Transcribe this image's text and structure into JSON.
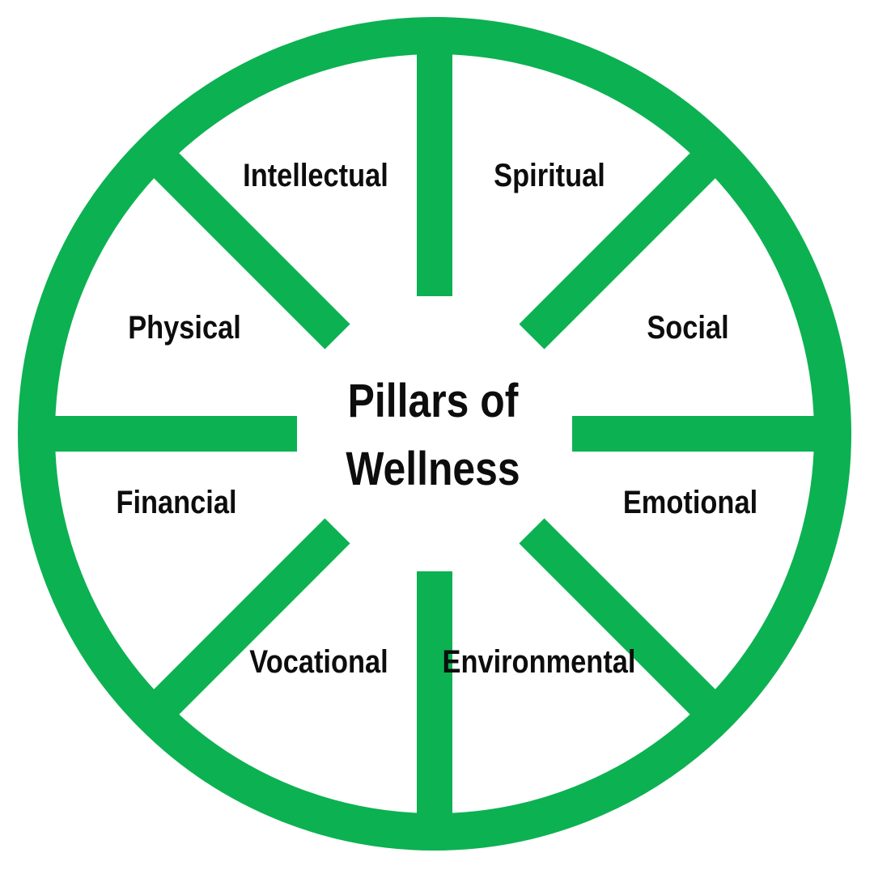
{
  "title": {
    "line1": "Pillars of",
    "line2": "Wellness"
  },
  "segments": {
    "intellectual": "Intellectual",
    "spiritual": "Spiritual",
    "physical": "Physical",
    "social": "Social",
    "financial": "Financial",
    "emotional": "Emotional",
    "vocational": "Vocational",
    "environmental": "Environmental"
  },
  "diagram": {
    "type": "wheel",
    "spoke_count": 8,
    "center_label": "Pillars of Wellness",
    "segment_order_clockwise_from_top_right": [
      "Spiritual",
      "Social",
      "Emotional",
      "Environmental",
      "Vocational",
      "Financial",
      "Physical",
      "Intellectual"
    ]
  },
  "colors": {
    "wheel_green": "#0cb152",
    "text": "#0d0d0d",
    "background": "#ffffff"
  }
}
